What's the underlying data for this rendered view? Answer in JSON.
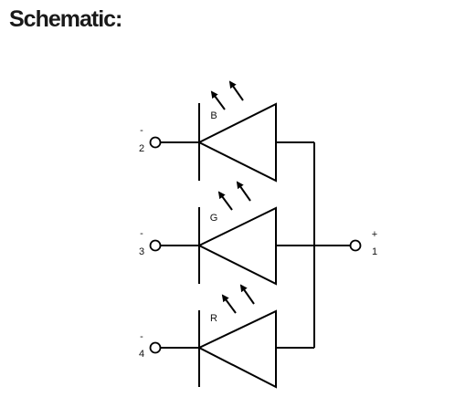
{
  "header": {
    "title": "Schematic:"
  },
  "schematic": {
    "stroke_color": "#000000",
    "text_color": "#111111",
    "diodes": [
      {
        "label": "B",
        "pin_number": "2",
        "polarity": "-"
      },
      {
        "label": "G",
        "pin_number": "3",
        "polarity": "-"
      },
      {
        "label": "R",
        "pin_number": "4",
        "polarity": "-"
      }
    ],
    "common_pin": {
      "pin_number": "1",
      "polarity": "+"
    }
  }
}
